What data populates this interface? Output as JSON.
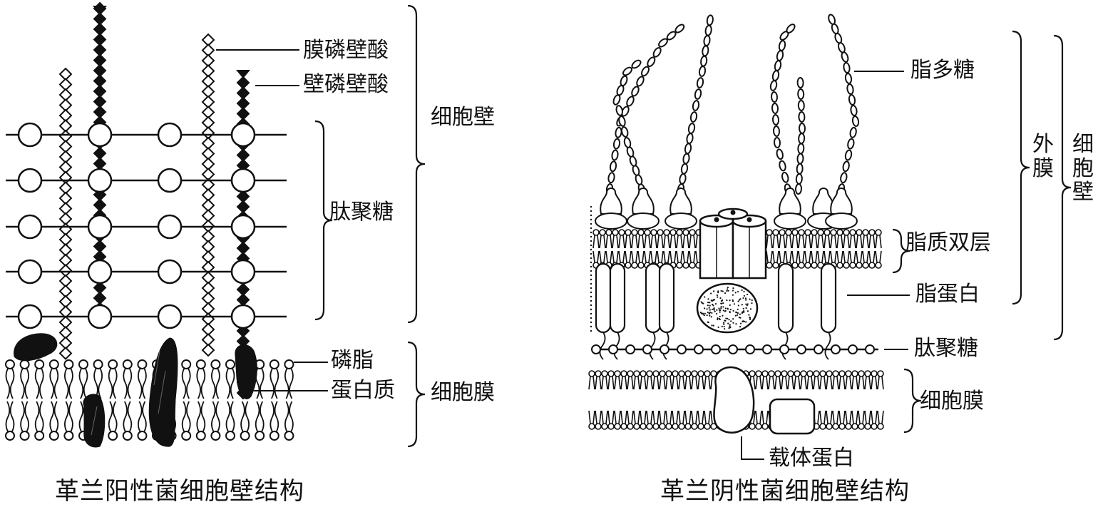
{
  "gram_positive": {
    "caption": "革兰阳性菌细胞壁结构",
    "labels": {
      "lipoteichoic_acid": "膜磷壁酸",
      "wall_teichoic_acid": "壁磷壁酸",
      "cell_wall": "细胞壁",
      "peptidoglycan": "肽聚糖",
      "phospholipid": "磷脂",
      "protein": "蛋白质",
      "cell_membrane": "细胞膜"
    }
  },
  "gram_negative": {
    "caption": "革兰阴性菌细胞壁结构",
    "labels": {
      "lipopolysaccharide": "脂多糖",
      "outer_membrane": "外膜",
      "cell_wall": "细胞壁",
      "lipid_bilayer": "脂质双层",
      "lipoprotein": "脂蛋白",
      "peptidoglycan": "肽聚糖",
      "cell_membrane": "细胞膜",
      "carrier_protein": "载体蛋白"
    }
  },
  "colors": {
    "ink": "#111111",
    "background": "#ffffff"
  }
}
